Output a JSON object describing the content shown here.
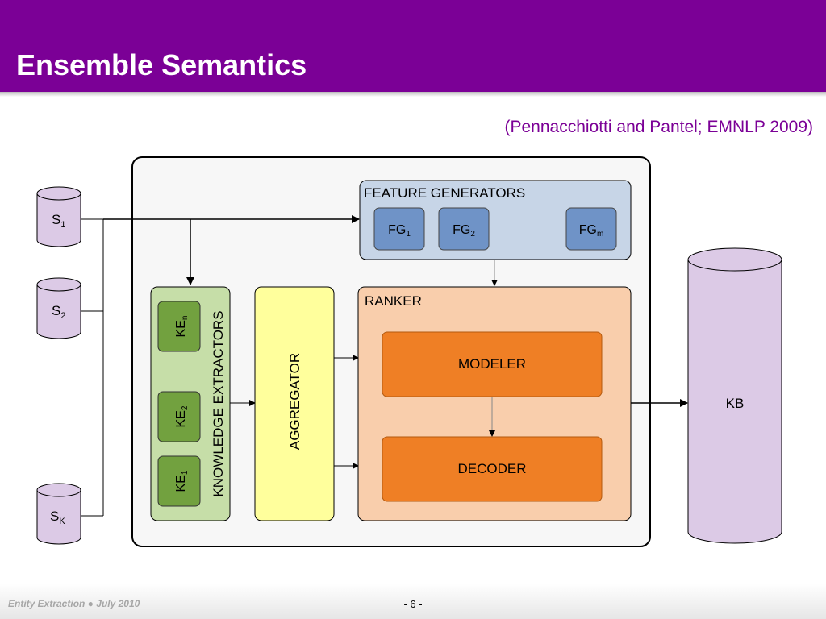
{
  "slide": {
    "title": "Ensemble Semantics",
    "citation": "(Pennacchiotti and Pantel; EMNLP 2009)",
    "footer_left": "Entity Extraction ● July 2010",
    "page_number": "- 6 -"
  },
  "colors": {
    "header": "#7b0096",
    "source_cylinder": "#dccae6",
    "feature_panel": "#c7d5e7",
    "fg_box": "#6f93c7",
    "ke_panel": "#c6dea8",
    "ke_box": "#72a13f",
    "aggregator": "#ffff9c",
    "ranker_panel": "#f9ceac",
    "ranker_box": "#ef7f25",
    "kb_cylinder": "#dccae6"
  },
  "diagram": {
    "sources": [
      {
        "label": "S",
        "sub": "1"
      },
      {
        "label": "S",
        "sub": "2"
      },
      {
        "label": "S",
        "sub": "K"
      }
    ],
    "feature_generators": {
      "title": "FEATURE GENERATORS",
      "items": [
        {
          "label": "FG",
          "sub": "1"
        },
        {
          "label": "FG",
          "sub": "2"
        },
        {
          "label": "FG",
          "sub": "m"
        }
      ]
    },
    "knowledge_extractors": {
      "title": "KNOWLEDGE EXTRACTORS",
      "items": [
        {
          "label": "KE",
          "sub": "n"
        },
        {
          "label": "KE",
          "sub": "2"
        },
        {
          "label": "KE",
          "sub": "1"
        }
      ]
    },
    "aggregator": "AGGREGATOR",
    "ranker": {
      "title": "RANKER",
      "modeler": "MODELER",
      "decoder": "DECODER"
    },
    "kb": "KB"
  }
}
